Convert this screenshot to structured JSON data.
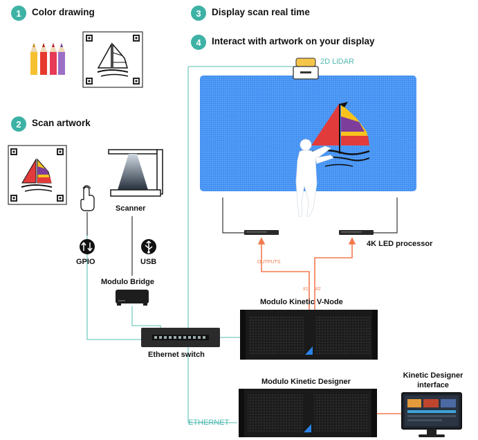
{
  "steps": [
    {
      "num": "1",
      "title": "Color drawing"
    },
    {
      "num": "2",
      "title": "Scan artwork"
    },
    {
      "num": "3",
      "title": "Display scan real time"
    },
    {
      "num": "4",
      "title": "Interact with artwork on your display"
    }
  ],
  "devices": {
    "scanner": "Scanner",
    "gpio": "GPIO",
    "usb": "USB",
    "modulo_bridge": "Modulo Bridge",
    "ethernet_switch": "Ethernet switch",
    "v_node": "Modulo Kinetic V-Node",
    "designer": "Modulo Kinetic Designer",
    "designer_interface": "Kinetic Designer interface",
    "led_processor": "4K LED processor",
    "lidar": "2D LiDAR"
  },
  "connections": {
    "outputs": "OUTPUTS",
    "output_1": "#1",
    "output_2": "#2",
    "ethernet": "ETHERNET"
  },
  "colors": {
    "teal": "#3db2a5",
    "line_teal": "#8fd3cc",
    "orange": "#f07a4e",
    "led_blue": "#3b8ef5",
    "black": "#111111"
  }
}
